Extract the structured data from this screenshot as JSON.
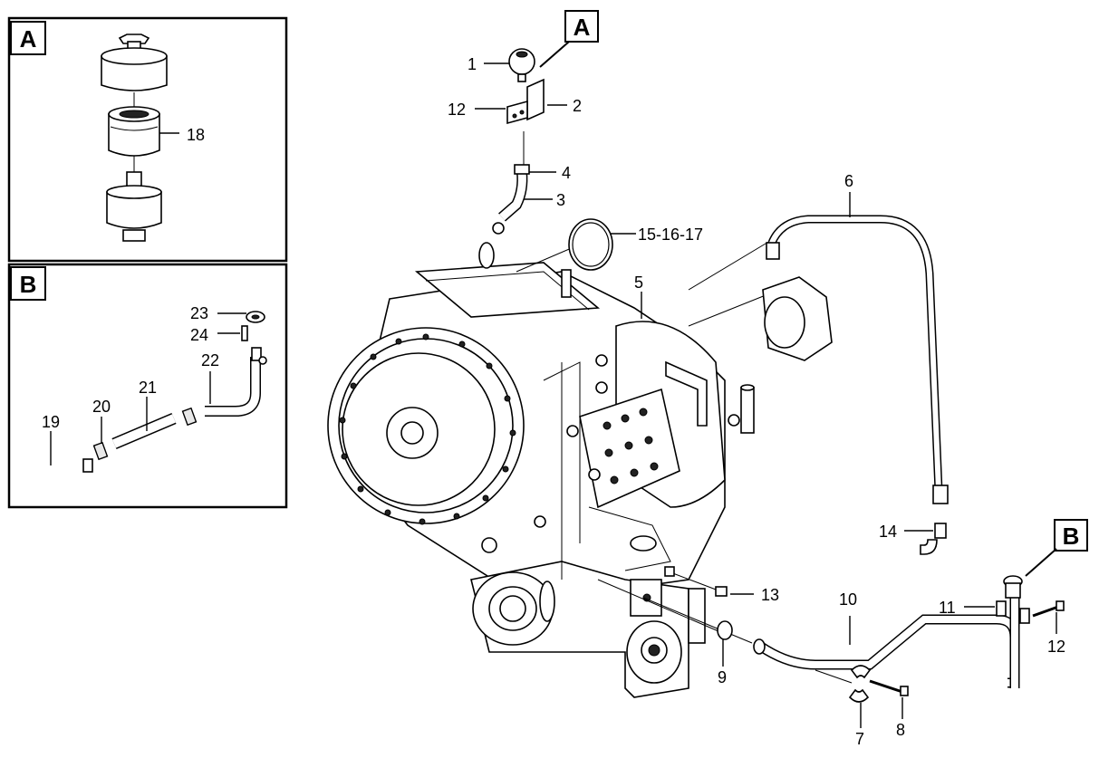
{
  "inset_a": {
    "tag": "A",
    "part_labels": [
      "18"
    ]
  },
  "inset_b": {
    "tag": "B",
    "part_labels": [
      "19",
      "20",
      "21",
      "22",
      "23",
      "24"
    ]
  },
  "main": {
    "callout_a": "A",
    "callout_b": "B",
    "part_labels": [
      "1",
      "2",
      "3",
      "4",
      "5",
      "6",
      "7",
      "8",
      "9",
      "10",
      "11",
      "12",
      "12",
      "13",
      "14",
      "15-16-17"
    ]
  }
}
